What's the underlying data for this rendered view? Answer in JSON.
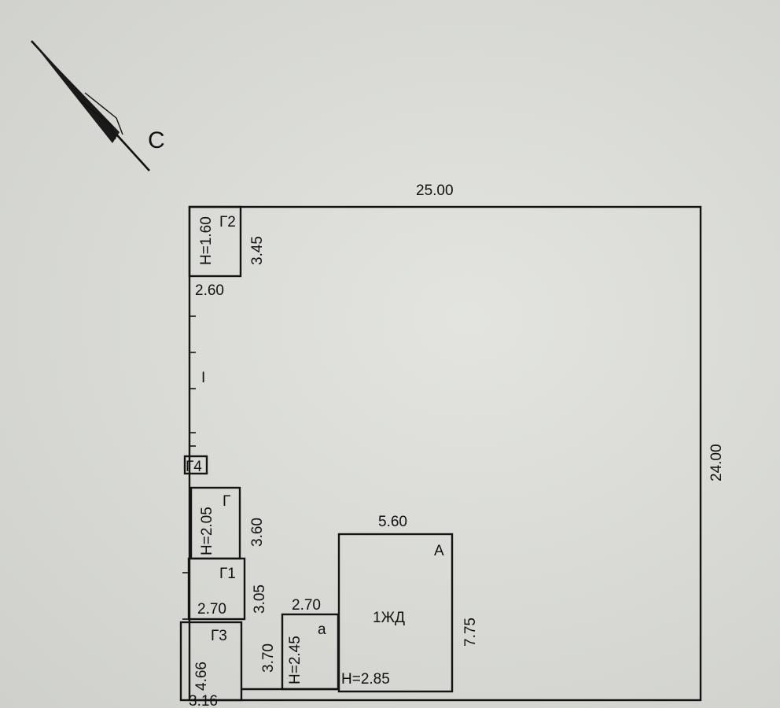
{
  "north_arrow": {
    "label": "С"
  },
  "plot": {
    "width_label": "25.00",
    "height_label": "24.00",
    "fence_mark": "I"
  },
  "buildings": {
    "g2": {
      "name": "Г2",
      "height": "Н=1.60",
      "depth": "3.45",
      "width": "2.60"
    },
    "g4": {
      "name": "Г4"
    },
    "g": {
      "name": "Г",
      "height": "Н=2.05",
      "depth": "3.60"
    },
    "g1": {
      "name": "Г1",
      "depth": "3.05",
      "width": "2.70"
    },
    "g3": {
      "name": "Г3",
      "depth": "4.66",
      "width": "3.16"
    },
    "a_small": {
      "name": "а",
      "height": "Н=2.45",
      "width": "2.70",
      "depth": "3.70"
    },
    "house": {
      "name": "А",
      "use": "1ЖД",
      "height": "Н=2.85",
      "width": "5.60",
      "depth": "7.75"
    }
  }
}
